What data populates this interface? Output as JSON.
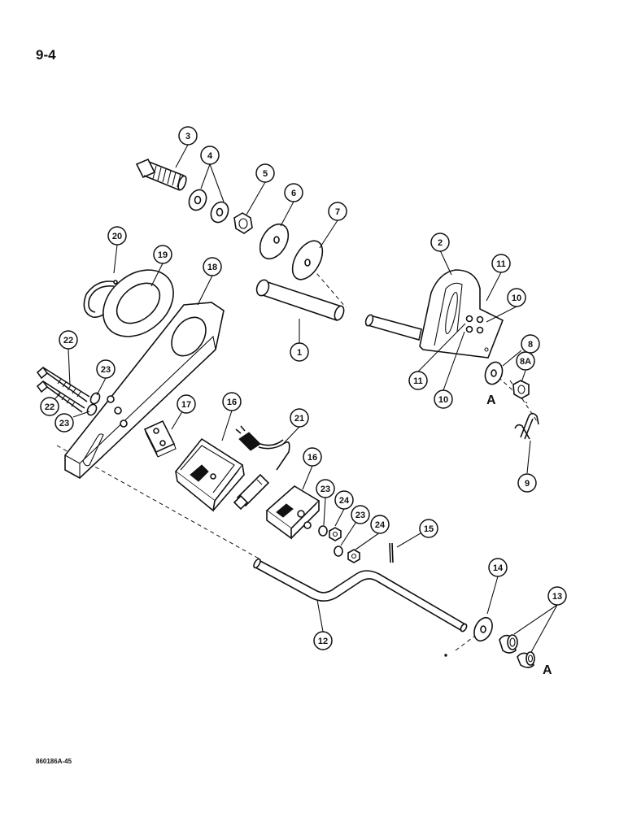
{
  "page_number": "9-4",
  "catalog_code": "860186A-45",
  "section_refs": {
    "left": "A",
    "right": "A"
  },
  "callouts": [
    {
      "id": "c1",
      "label": "1"
    },
    {
      "id": "c2",
      "label": "2"
    },
    {
      "id": "c3",
      "label": "3"
    },
    {
      "id": "c4",
      "label": "4"
    },
    {
      "id": "c5",
      "label": "5"
    },
    {
      "id": "c6",
      "label": "6"
    },
    {
      "id": "c7",
      "label": "7"
    },
    {
      "id": "c8",
      "label": "8"
    },
    {
      "id": "c8a",
      "label": "8A"
    },
    {
      "id": "c9",
      "label": "9"
    },
    {
      "id": "c10a",
      "label": "10"
    },
    {
      "id": "c10b",
      "label": "10"
    },
    {
      "id": "c11a",
      "label": "11"
    },
    {
      "id": "c11b",
      "label": "11"
    },
    {
      "id": "c12",
      "label": "12"
    },
    {
      "id": "c13",
      "label": "13"
    },
    {
      "id": "c14",
      "label": "14"
    },
    {
      "id": "c15",
      "label": "15"
    },
    {
      "id": "c16a",
      "label": "16"
    },
    {
      "id": "c16b",
      "label": "16"
    },
    {
      "id": "c17",
      "label": "17"
    },
    {
      "id": "c18",
      "label": "18"
    },
    {
      "id": "c19",
      "label": "19"
    },
    {
      "id": "c20",
      "label": "20"
    },
    {
      "id": "c21",
      "label": "21"
    },
    {
      "id": "c22a",
      "label": "22"
    },
    {
      "id": "c22b",
      "label": "22"
    },
    {
      "id": "c23a",
      "label": "23"
    },
    {
      "id": "c23b",
      "label": "23"
    },
    {
      "id": "c23c",
      "label": "23"
    },
    {
      "id": "c23d",
      "label": "23"
    },
    {
      "id": "c24a",
      "label": "24"
    },
    {
      "id": "c24b",
      "label": "24"
    }
  ]
}
